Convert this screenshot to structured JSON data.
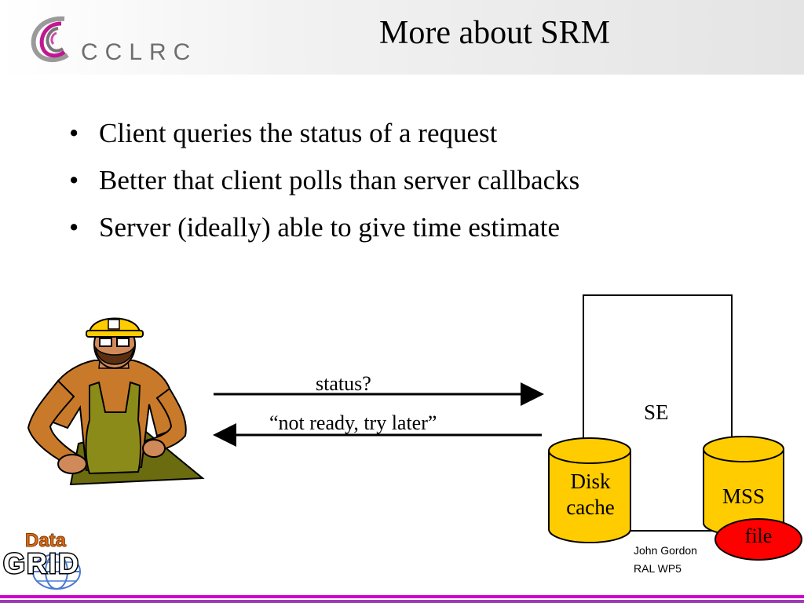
{
  "header": {
    "logo_text": "CCLRC",
    "title": "More about SRM"
  },
  "bullets": [
    "Client queries the status of a request",
    "Better that client polls than server callbacks",
    "Server (ideally) able to give time estimate"
  ],
  "bullet_glyph": "•",
  "diagram": {
    "request_label": "status?",
    "response_label": "“not ready, try later”",
    "se_label": "SE",
    "disk_cache_label_line1": "Disk",
    "disk_cache_label_line2": "cache",
    "mss_label": "MSS",
    "file_label": "file"
  },
  "footer": {
    "author": "John Gordon",
    "group": "RAL WP5",
    "datagrid_top": "Data",
    "datagrid_bottom": "GRID"
  },
  "colors": {
    "cylinder": "#ffcc00",
    "file_oval": "#ff0000",
    "accent_bar": "#cc00cc"
  }
}
